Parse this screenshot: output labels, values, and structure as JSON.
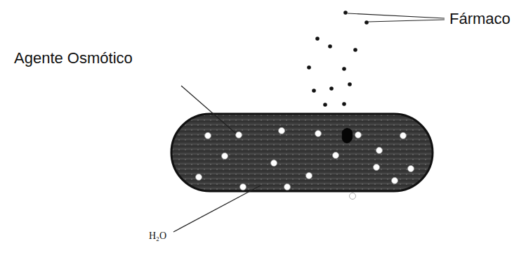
{
  "diagram": {
    "labels": [
      "Fármaco",
      "Agente Osmótico",
      "H₂O"
    ]
  }
}
